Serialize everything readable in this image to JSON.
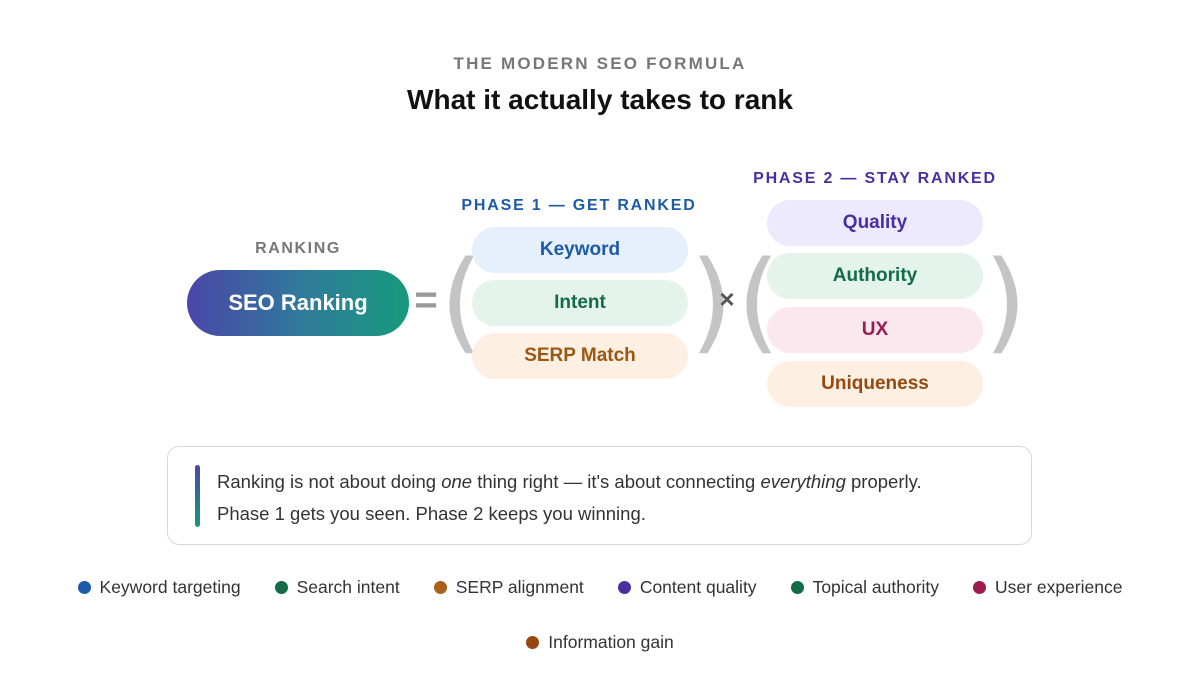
{
  "header": {
    "eyebrow": "THE MODERN SEO FORMULA",
    "title": "What it actually takes to rank"
  },
  "formula": {
    "ranking_label": "RANKING",
    "result": "SEO Ranking",
    "equals": "=",
    "times": "×",
    "open_paren": "(",
    "close_paren": ")",
    "phase1": {
      "label": "PHASE 1 — GET RANKED",
      "color": "#1d5aa8",
      "items": [
        {
          "label": "Keyword",
          "bg": "#e6f0fc",
          "fg": "#1d5aa8"
        },
        {
          "label": "Intent",
          "bg": "#e4f3ec",
          "fg": "#136b48"
        },
        {
          "label": "SERP Match",
          "bg": "#fdf0e2",
          "fg": "#9a5812"
        }
      ]
    },
    "phase2": {
      "label": "PHASE 2 — STAY RANKED",
      "color": "#4a2fa0",
      "items": [
        {
          "label": "Quality",
          "bg": "#eeeafd",
          "fg": "#4a2fa0"
        },
        {
          "label": "Authority",
          "bg": "#e4f3ec",
          "fg": "#136b48"
        },
        {
          "label": "UX",
          "bg": "#fbe7ee",
          "fg": "#9b1c4f"
        },
        {
          "label": "Uniqueness",
          "bg": "#fdf0e2",
          "fg": "#954910"
        }
      ]
    }
  },
  "note": {
    "line1_a": "Ranking is not about doing ",
    "line1_em1": "one",
    "line1_b": " thing right — it's about connecting ",
    "line1_em2": "everything",
    "line1_c": " properly.",
    "line2": "Phase 1 gets you seen. Phase 2 keeps you winning."
  },
  "legend": [
    {
      "label": "Keyword targeting",
      "color": "#1d5aa8"
    },
    {
      "label": "Search intent",
      "color": "#136b48"
    },
    {
      "label": "SERP alignment",
      "color": "#a9611a"
    },
    {
      "label": "Content quality",
      "color": "#4a2fa0"
    },
    {
      "label": "Topical authority",
      "color": "#136b48"
    },
    {
      "label": "User experience",
      "color": "#9b1c4f"
    },
    {
      "label": "Information gain",
      "color": "#954910"
    }
  ]
}
